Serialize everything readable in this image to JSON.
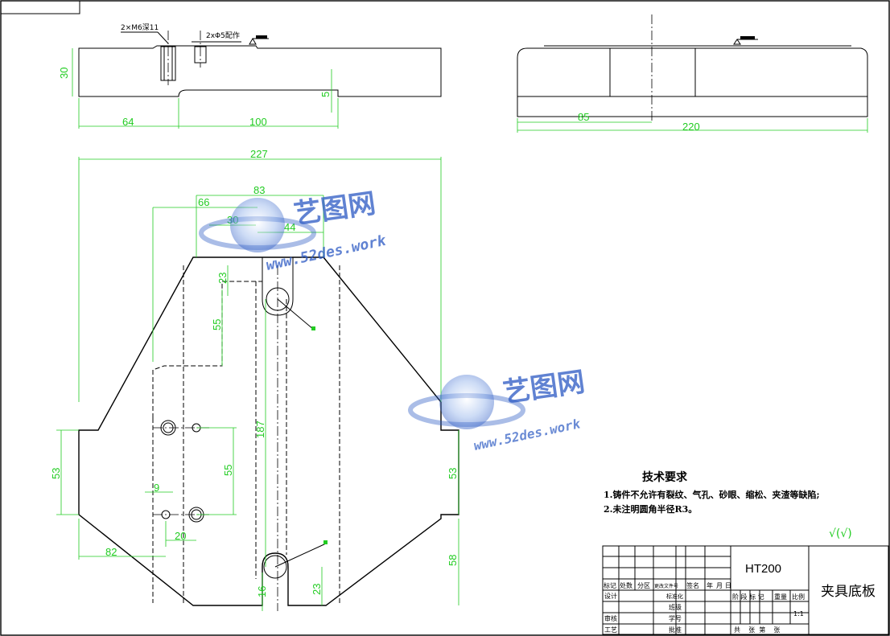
{
  "drawing": {
    "top_view_dims": {
      "thread_hole": "2×M6深11",
      "pin_hole": "2xΦ5配作",
      "height": "30",
      "left_len": "64",
      "slot_len": "100",
      "slot_depth": "5"
    },
    "side_view_dims": {
      "center": "85",
      "width": "220"
    },
    "plan_view_dims": {
      "overall": "227",
      "d83": "83",
      "d66": "66",
      "d30": "30",
      "d44": "44",
      "d23": "23",
      "d55a": "55",
      "d187": "187",
      "d53l": "53",
      "d55b": "55",
      "d9": "9",
      "d20": "20",
      "d82": "82",
      "d53r": "53",
      "d58": "58",
      "d16": "16",
      "d23b": "23"
    },
    "tech_requirements": {
      "title": "技术要求",
      "item1": "1.铸件不允许有裂纹、气孔、砂眼、缩松、夹渣等缺陷;",
      "item2": "2.未注明圆角半径R3。"
    },
    "roughness_symbol": "√(√)",
    "title_block": {
      "material": "HT200",
      "part_name": "夹具底板",
      "row_labels": [
        "标记",
        "处数",
        "分区",
        "更改文件号",
        "签名",
        "年",
        "月",
        "日"
      ],
      "design": "设计",
      "std": "标准化",
      "review": "审核",
      "process": "工艺",
      "class": "班级",
      "student_no": "学号",
      "approve": "批准",
      "stage": "阶 段 标 记",
      "weight": "重量",
      "scale": "比例",
      "scale_value": "1:1",
      "sheets": "共    张  第    张"
    },
    "watermarks": [
      {
        "cn": "艺图网",
        "url": "www.52des.work"
      },
      {
        "cn": "艺图网",
        "url": "www.52des.work"
      }
    ]
  }
}
